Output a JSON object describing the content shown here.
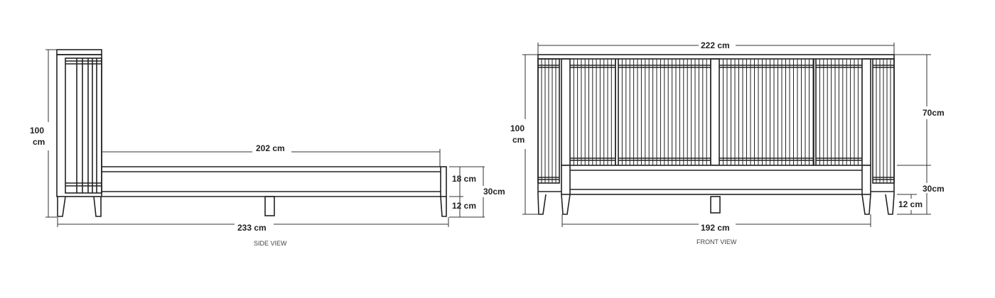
{
  "side_view": {
    "caption": "SIDE VIEW",
    "height_value": "100",
    "height_unit": "cm",
    "inner_length": "202 cm",
    "total_length": "233 cm",
    "rail_height": "18 cm",
    "leg_height": "12 cm",
    "frame_height": "30cm"
  },
  "front_view": {
    "caption": "FRONT VIEW",
    "total_width": "222 cm",
    "height_value": "100",
    "height_unit": "cm",
    "inner_width": "192 cm",
    "headboard_height": "70cm",
    "frame_height": "30cm",
    "leg_height": "12 cm"
  },
  "colors": {
    "line": "#222222",
    "background": "#ffffff"
  }
}
